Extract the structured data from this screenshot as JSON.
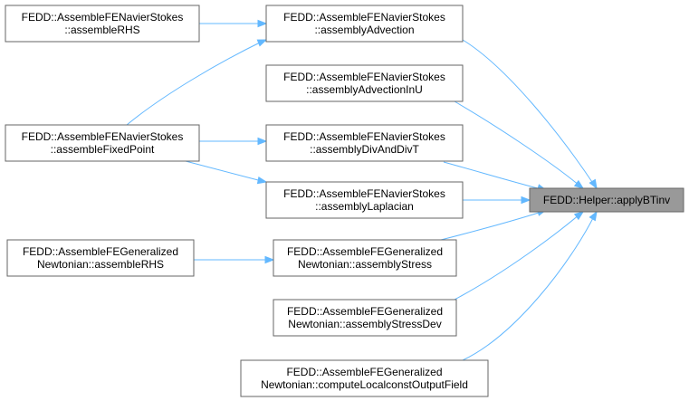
{
  "graph": {
    "nodes": [
      {
        "id": "applyBTinv",
        "lines": [
          "FEDD::Helper::applyBTinv"
        ],
        "focus": true
      },
      {
        "id": "assemblyAdvection",
        "lines": [
          "FEDD::AssembleFENavierStokes",
          "::assemblyAdvection"
        ]
      },
      {
        "id": "assemblyAdvectionInU",
        "lines": [
          "FEDD::AssembleFENavierStokes",
          "::assemblyAdvectionInU"
        ]
      },
      {
        "id": "assemblyDivAndDivT",
        "lines": [
          "FEDD::AssembleFENavierStokes",
          "::assemblyDivAndDivT"
        ]
      },
      {
        "id": "assemblyLaplacian",
        "lines": [
          "FEDD::AssembleFENavierStokes",
          "::assemblyLaplacian"
        ]
      },
      {
        "id": "assemblyStress",
        "lines": [
          "FEDD::AssembleFEGeneralized",
          "Newtonian::assemblyStress"
        ]
      },
      {
        "id": "assemblyStressDev",
        "lines": [
          "FEDD::AssembleFEGeneralized",
          "Newtonian::assemblyStressDev"
        ]
      },
      {
        "id": "computeLocalconstOutputField",
        "lines": [
          "FEDD::AssembleFEGeneralized",
          "Newtonian::computeLocalconstOutputField"
        ]
      },
      {
        "id": "nsAssembleRHS",
        "lines": [
          "FEDD::AssembleFENavierStokes",
          "::assembleRHS"
        ]
      },
      {
        "id": "nsAssembleFixedPoint",
        "lines": [
          "FEDD::AssembleFENavierStokes",
          "::assembleFixedPoint"
        ]
      },
      {
        "id": "gnAssembleRHS",
        "lines": [
          "FEDD::AssembleFEGeneralized",
          "Newtonian::assembleRHS"
        ]
      }
    ],
    "edges": [
      {
        "from": "assemblyAdvection",
        "to": "applyBTinv"
      },
      {
        "from": "assemblyAdvectionInU",
        "to": "applyBTinv"
      },
      {
        "from": "assemblyDivAndDivT",
        "to": "applyBTinv"
      },
      {
        "from": "assemblyLaplacian",
        "to": "applyBTinv"
      },
      {
        "from": "assemblyStress",
        "to": "applyBTinv"
      },
      {
        "from": "assemblyStressDev",
        "to": "applyBTinv"
      },
      {
        "from": "computeLocalconstOutputField",
        "to": "applyBTinv"
      },
      {
        "from": "nsAssembleRHS",
        "to": "assemblyAdvection"
      },
      {
        "from": "nsAssembleFixedPoint",
        "to": "assemblyAdvection"
      },
      {
        "from": "nsAssembleFixedPoint",
        "to": "assemblyDivAndDivT"
      },
      {
        "from": "nsAssembleFixedPoint",
        "to": "assemblyLaplacian"
      },
      {
        "from": "gnAssembleRHS",
        "to": "assemblyStress"
      }
    ],
    "colors": {
      "edge": "#63b8ff",
      "node_border": "#666666",
      "node_fill": "#ffffff",
      "focus_fill": "#999999"
    }
  }
}
